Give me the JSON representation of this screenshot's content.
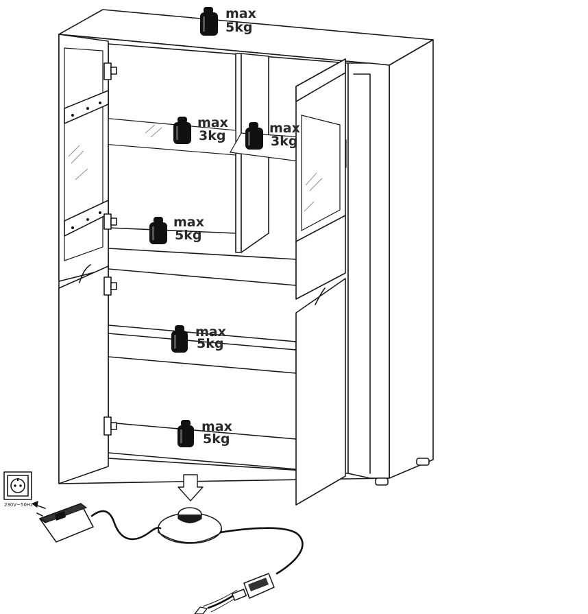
{
  "weights": [
    {
      "id": "top",
      "line1": "max",
      "line2": "5kg"
    },
    {
      "id": "glass-shelf-left",
      "line1": "max",
      "line2": "3kg"
    },
    {
      "id": "glass-shelf-right",
      "line1": "max",
      "line2": "3kg"
    },
    {
      "id": "middle-shelf",
      "line1": "max",
      "line2": "5kg"
    },
    {
      "id": "lower-shelf",
      "line1": "max",
      "line2": "5kg"
    },
    {
      "id": "bottom-shelf",
      "line1": "max",
      "line2": "5kg"
    }
  ],
  "power": {
    "socket_label": "230V~50Hz",
    "socket_icon": "wall-socket-icon",
    "adapter_icon": "power-adapter-icon",
    "switch_icon": "foot-switch-icon",
    "connector_icon": "cable-connector-icon"
  },
  "colors": {
    "line": "#1a1a1a",
    "weight": "#111111",
    "label": "#2a2a2a"
  }
}
